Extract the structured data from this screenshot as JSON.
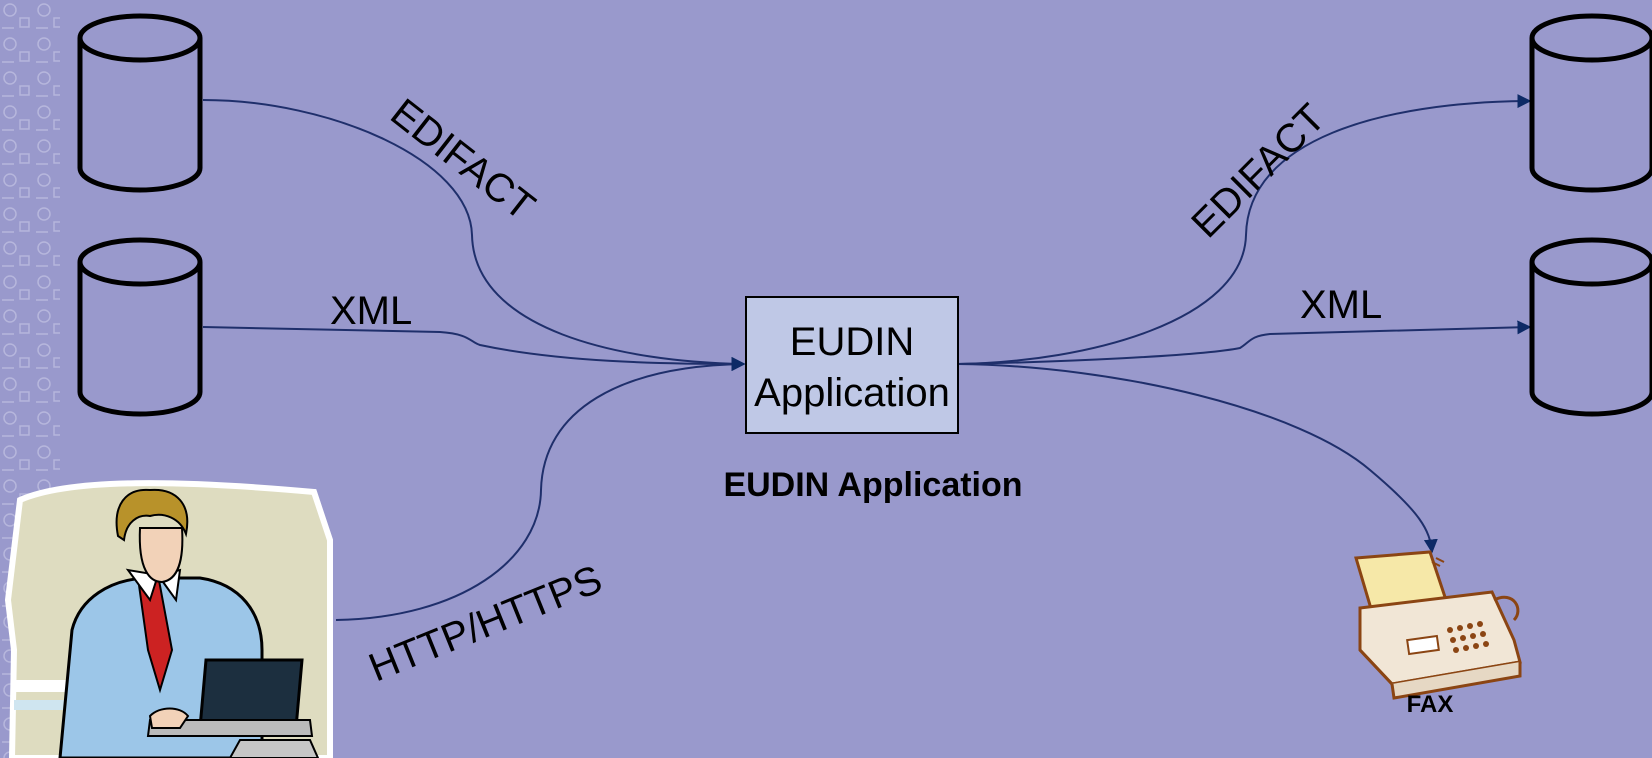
{
  "diagram": {
    "center": {
      "line1": "EUDIN",
      "line2": "Application",
      "caption": "EUDIN Application"
    },
    "edges": {
      "in_edifact": "EDIFACT",
      "in_xml": "XML",
      "in_http": "HTTP/HTTPS",
      "out_edifact": "EDIFACT",
      "out_xml": "XML"
    },
    "fax": {
      "caption": "FAX"
    }
  },
  "colors": {
    "background": "#9999cc",
    "box_fill": "#bfc8e6",
    "line": "#1f2f6b",
    "arrow": "#0d2a66"
  },
  "icons": [
    "database-icon",
    "person-with-laptop-icon",
    "fax-machine-icon"
  ]
}
